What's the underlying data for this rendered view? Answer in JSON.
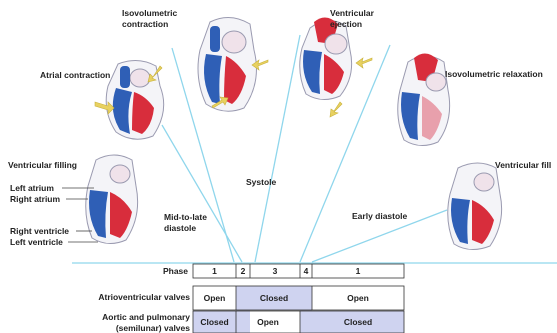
{
  "colors": {
    "divider": "#8fd6ec",
    "oxygenated": "#d82d3c",
    "deoxygenated": "#2f5fb6",
    "outline": "#9a9ab0",
    "arrow": "#e8d160",
    "shaded": "#cfd3f0",
    "cell_border": "#333333"
  },
  "phases": [
    {
      "label": "Atrial contraction"
    },
    {
      "label": "Isovolumetric contraction"
    },
    {
      "label": "Ventricular ejection"
    },
    {
      "label": "Isovolumetric relaxation"
    },
    {
      "label": "Ventricular filling"
    },
    {
      "label": "Ventricular fill"
    }
  ],
  "structures": {
    "left_atrium": "Left atrium",
    "right_atrium": "Right atrium",
    "right_ventricle": "Right ventricle",
    "left_ventricle": "Left ventricle"
  },
  "periods": {
    "systole": "Systole",
    "mid_late_diastole": "Mid-to-late diastole",
    "early_diastole": "Early diastole"
  },
  "table": {
    "phase_header": "Phase",
    "phase_numbers": [
      "1",
      "2",
      "3",
      "4",
      "1"
    ],
    "av_label": "Atrioventricular valves",
    "semilunar_label_1": "Aortic and pulmonary",
    "semilunar_label_2": "(semilunar) valves",
    "av_states": [
      "Open",
      "Closed",
      "Open"
    ],
    "semilunar_states": [
      "Closed",
      "Open",
      "Closed"
    ]
  },
  "icons": [
    "heart-diagram",
    "contraction-arrow"
  ]
}
